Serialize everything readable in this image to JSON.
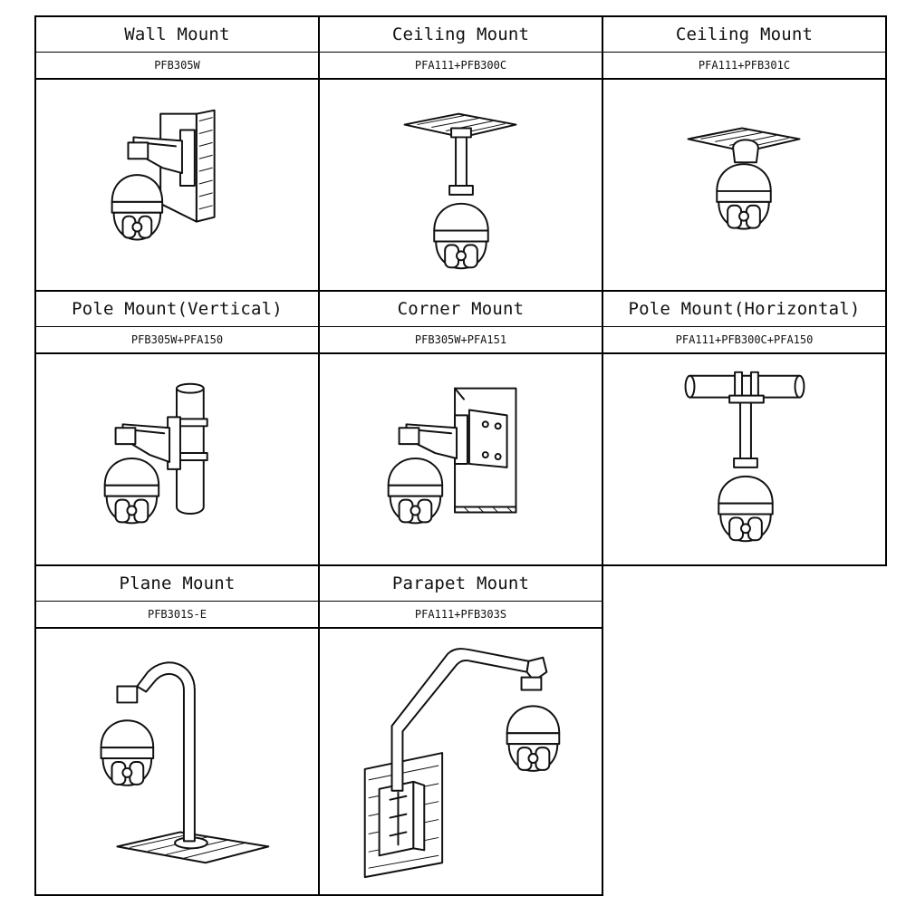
{
  "mounts": [
    {
      "title": "Wall Mount",
      "model": "PFB305W",
      "icon": "wall-mount-camera-icon"
    },
    {
      "title": "Ceiling Mount",
      "model": "PFA111+PFB300C",
      "icon": "ceiling-mount-pendant-camera-icon"
    },
    {
      "title": "Ceiling Mount",
      "model": "PFA111+PFB301C",
      "icon": "ceiling-mount-short-camera-icon"
    },
    {
      "title": "Pole Mount(Vertical)",
      "model": "PFB305W+PFA150",
      "icon": "vertical-pole-mount-camera-icon"
    },
    {
      "title": "Corner Mount",
      "model": "PFB305W+PFA151",
      "icon": "corner-mount-camera-icon"
    },
    {
      "title": "Pole Mount(Horizontal)",
      "model": "PFA111+PFB300C+PFA150",
      "icon": "horizontal-pole-mount-camera-icon"
    },
    {
      "title": "Plane Mount",
      "model": "PFB301S-E",
      "icon": "plane-mount-gooseneck-camera-icon"
    },
    {
      "title": "Parapet Mount",
      "model": "PFA111+PFB303S",
      "icon": "parapet-mount-camera-icon"
    }
  ]
}
